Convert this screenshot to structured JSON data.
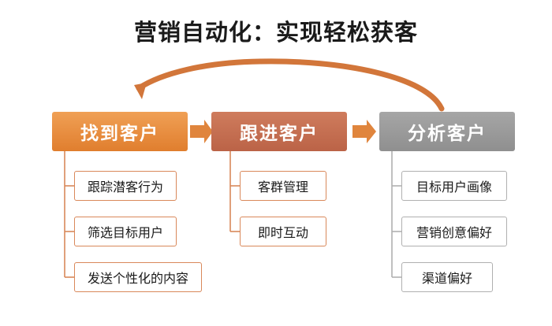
{
  "title": "营销自动化：实现轻松获客",
  "colors": {
    "column1": "#e8903f",
    "column2": "#c06b4e",
    "column3": "#9a9a9a",
    "arc": "#d2763a",
    "leaf_border_orange": "#d9885a",
    "leaf_border_gray": "#b0b0b0",
    "title_text": "#1a1a1a",
    "header_text": "#ffffff",
    "background": "#ffffff"
  },
  "columns": [
    {
      "header": "找到客户",
      "items": [
        "跟踪潜客行为",
        "筛选目标用户",
        "发送个性化的内容"
      ]
    },
    {
      "header": "跟进客户",
      "items": [
        "客群管理",
        "即时互动"
      ]
    },
    {
      "header": "分析客户",
      "items": [
        "目标用户画像",
        "营销创意偏好",
        "渠道偏好"
      ]
    }
  ],
  "connectors": {
    "arrow_1_to_2": "arrow-right-icon",
    "arrow_2_to_3": "arrow-right-icon",
    "loop_back": "curved-arrow-left-icon"
  }
}
